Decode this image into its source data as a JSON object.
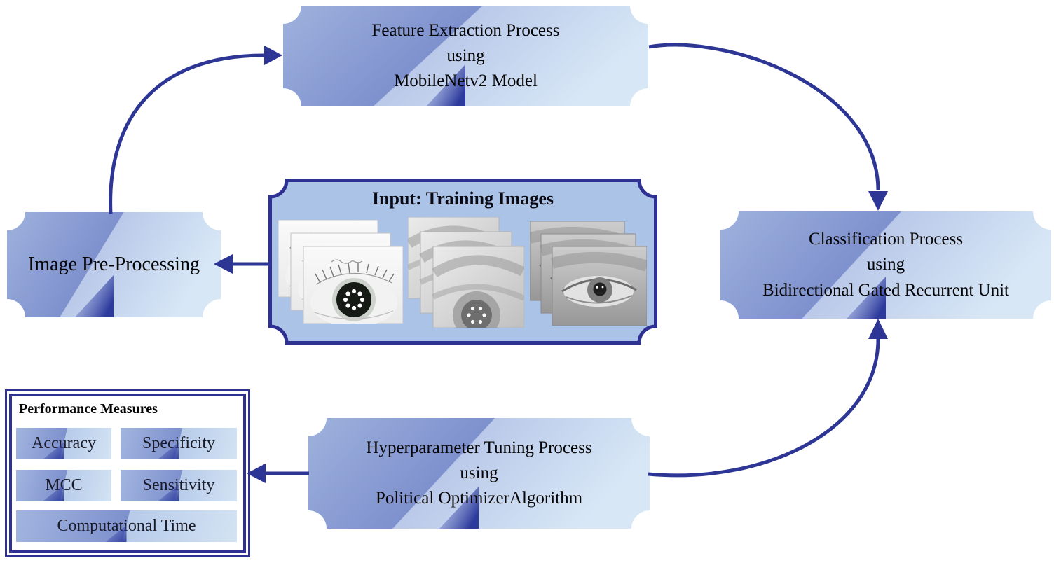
{
  "figure": {
    "input_box": {
      "title": "Input: Training Images"
    },
    "image_preprocessing_box": {
      "label": "Image Pre-Processing"
    },
    "feature_extraction_box": {
      "lines": [
        "Feature Extraction Process",
        "using",
        "MobileNetv2 Model"
      ]
    },
    "classification_box": {
      "lines": [
        "Classification Process",
        "using",
        "Bidirectional Gated Recurrent Unit"
      ]
    },
    "hyperparameter_box": {
      "lines": [
        "Hyperparameter Tuning Process",
        "using",
        "Political OptimizerAlgorithm"
      ]
    },
    "performance_box": {
      "title": "Performance Measures",
      "measures": [
        "Accuracy",
        "Specificity",
        "MCC",
        "Sensitivity",
        "Computational Time"
      ]
    },
    "images": [
      "iris-scan-led-ring-image-stack",
      "eye-closeup-gray-image-stack",
      "eye-region-image-stack"
    ],
    "colors": {
      "arrow": "#2d3694",
      "box_border": "#2e3192",
      "plaque_left_dark": "#7e91ce",
      "plaque_left_light": "#a2b5e0",
      "plaque_right_light": "#d6e6f5",
      "fold_navy": "#2c3a9c",
      "input_fill": "#abc3e6",
      "text": "#050505"
    }
  }
}
